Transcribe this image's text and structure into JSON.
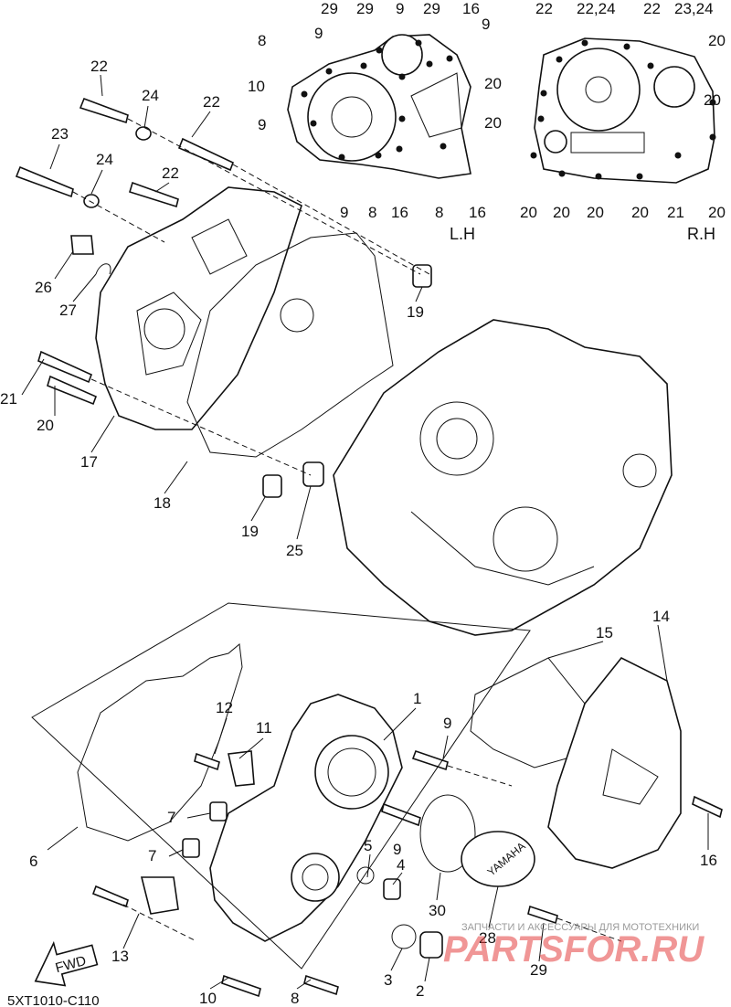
{
  "diagram_code": "5XT1010-C110",
  "side_labels": {
    "left_hand": "L.H",
    "right_hand": "R.H"
  },
  "fwd_arrow_label": "FWD",
  "yamaha_logo_text": "YAMAHA",
  "watermark": {
    "tagline": "ЗАПЧАСТИ И АКСЕССУАРЫ ДЛЯ МОТОТЕХНИКИ",
    "site": "PARTSFOR.RU"
  },
  "callouts": {
    "lh": [
      "29",
      "29",
      "9",
      "29",
      "16",
      "8",
      "9",
      "9",
      "10",
      "9",
      "9",
      "8",
      "16",
      "8",
      "16"
    ],
    "rh": [
      "22",
      "22,24",
      "22",
      "23,24",
      "20",
      "20",
      "20",
      "20",
      "20",
      "20",
      "20",
      "20",
      "21",
      "20"
    ],
    "upper": [
      "22",
      "24",
      "22",
      "23",
      "24",
      "22",
      "26",
      "27",
      "21",
      "20",
      "17",
      "18",
      "19",
      "19",
      "25"
    ],
    "lower": [
      "1",
      "9",
      "15",
      "14",
      "12",
      "11",
      "7",
      "7",
      "6",
      "13",
      "5",
      "4",
      "9",
      "30",
      "28",
      "29",
      "16",
      "3",
      "2",
      "10",
      "8"
    ]
  }
}
